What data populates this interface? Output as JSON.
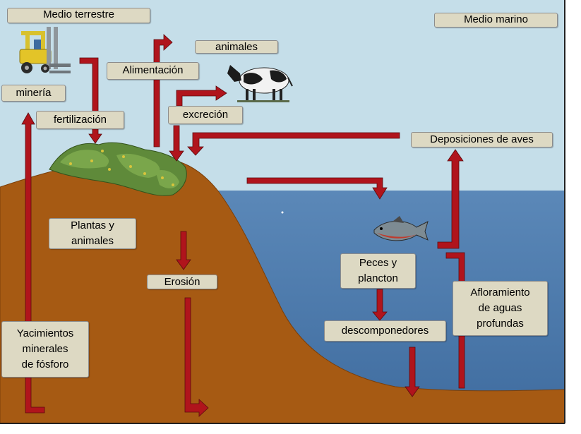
{
  "labels": {
    "medio_terrestre": "Medio terrestre",
    "medio_marino": "Medio marino",
    "animales": "animales",
    "alimentacion": "Alimentación",
    "mineria": "minería",
    "fertilizacion": "fertilización",
    "excrecion": "excreción",
    "deposiciones": "Deposiciones de aves",
    "plantas": [
      "Plantas y",
      "animales"
    ],
    "peces": [
      "Peces y",
      "plancton"
    ],
    "erosion": "Erosión",
    "afloramiento": [
      "Afloramiento",
      "de aguas",
      "profundas"
    ],
    "descomponedores": "descomponedores",
    "yacimientos": [
      "Yacimientos",
      "minerales",
      "de fósforo"
    ]
  },
  "icons": [
    "forklift-icon",
    "cow-icon",
    "plants-icon",
    "fish-icon",
    "phosphorus-cycle-arrows"
  ],
  "colors": {
    "sky": "#c5dee9",
    "sea": "#4d7cae",
    "soil": "#a65a13",
    "arrow": "#b0141c",
    "arrow_outline": "#5a0a0e",
    "label_fill": "#ddd9c3"
  }
}
